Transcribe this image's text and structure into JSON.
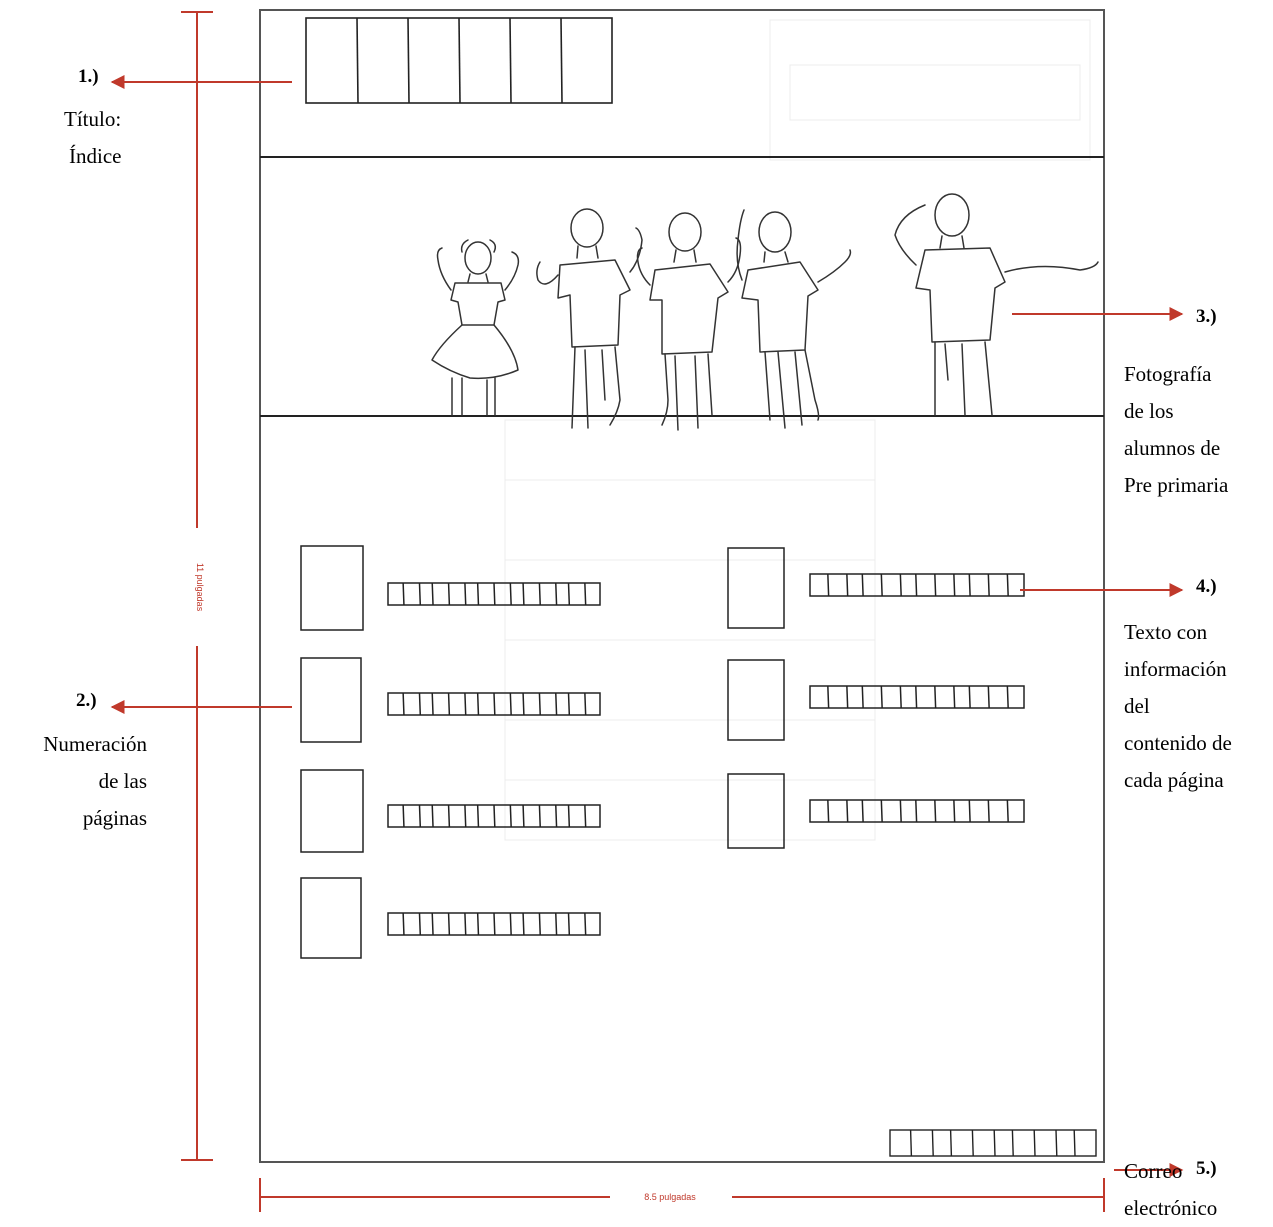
{
  "colors": {
    "annotation": "#c0392b",
    "sketch": "#222222",
    "frame": "#555555"
  },
  "dimensions": {
    "height_label": "11 pulgadas",
    "width_label": "8.5 pulgadas"
  },
  "annotations": [
    {
      "number": "1.)",
      "lines": [
        "Título:",
        "Índice"
      ]
    },
    {
      "number": "2.)",
      "lines": [
        "Numeración",
        "de las",
        "páginas"
      ]
    },
    {
      "number": "3.)",
      "lines": [
        "Fotografía",
        "de los",
        "alumnos de",
        "Pre primaria"
      ]
    },
    {
      "number": "4.)",
      "lines": [
        "Texto con",
        "información",
        "del",
        "contenido de",
        "cada página"
      ]
    },
    {
      "number": "5.)",
      "lines": [
        "Correo",
        "electrónico"
      ]
    }
  ],
  "sketch": {
    "title_boxes": 6,
    "photo_figures": 5,
    "left_index_entries": 4,
    "right_index_entries": 3
  }
}
